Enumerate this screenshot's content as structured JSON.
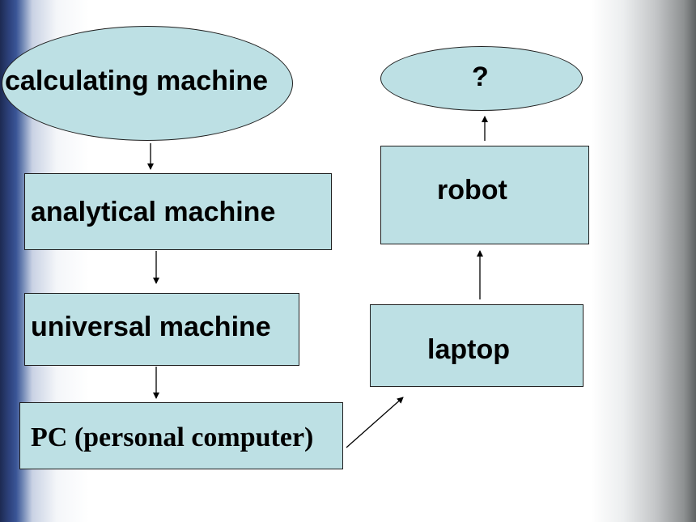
{
  "nodes": {
    "calculating_machine": "calculating machine",
    "analytical_machine": "analytical machine",
    "universal_machine": "universal machine",
    "pc": "PC (personal computer)",
    "laptop": "laptop",
    "robot": "robot",
    "unknown": "?"
  },
  "colors": {
    "node_fill": "#bde0e4",
    "node_border": "#1f1f1f",
    "arrow": "#000000"
  }
}
